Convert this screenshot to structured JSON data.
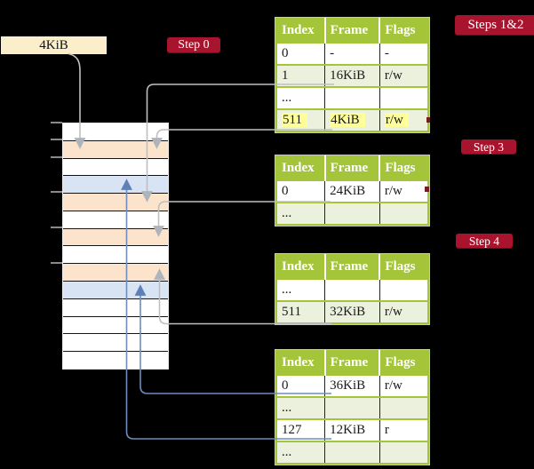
{
  "title_box": {
    "label": "4KiB"
  },
  "badges": {
    "step0": "Step 0",
    "steps12": "Steps 1&2",
    "step3": "Step 3",
    "step4": "Step 4"
  },
  "page_tables": [
    {
      "name": "page-table-steps-1-2",
      "headers": [
        "Index",
        "Frame",
        "Flags"
      ],
      "rows": [
        {
          "index": "0",
          "frame": "-",
          "flags": "-"
        },
        {
          "index": "1",
          "frame": "16KiB",
          "flags": "r/w"
        },
        {
          "index": "...",
          "frame": "",
          "flags": ""
        },
        {
          "index": "511",
          "frame": "4KiB",
          "flags": "r/w",
          "highlighted": true
        }
      ]
    },
    {
      "name": "page-table-step-3",
      "headers": [
        "Index",
        "Frame",
        "Flags"
      ],
      "rows": [
        {
          "index": "0",
          "frame": "24KiB",
          "flags": "r/w"
        },
        {
          "index": "...",
          "frame": "",
          "flags": ""
        }
      ]
    },
    {
      "name": "page-table-step-4-upper",
      "headers": [
        "Index",
        "Frame",
        "Flags"
      ],
      "rows": [
        {
          "index": "...",
          "frame": "",
          "flags": ""
        },
        {
          "index": "511",
          "frame": "32KiB",
          "flags": "r/w"
        }
      ]
    },
    {
      "name": "page-table-step-4-lower",
      "headers": [
        "Index",
        "Frame",
        "Flags"
      ],
      "rows": [
        {
          "index": "0",
          "frame": "36KiB",
          "flags": "r/w"
        },
        {
          "index": "...",
          "frame": "",
          "flags": ""
        },
        {
          "index": "127",
          "frame": "12KiB",
          "flags": "r"
        },
        {
          "index": "...",
          "frame": "",
          "flags": ""
        }
      ]
    }
  ],
  "memory": {
    "pages": [
      "white",
      "orange",
      "white",
      "blue",
      "orange",
      "white",
      "orange",
      "white",
      "orange",
      "blue",
      "white",
      "white",
      "white",
      "white"
    ]
  },
  "arrows": [
    {
      "from": "4KiB-size-box",
      "to": "memory-page-1-4KiB",
      "color": "gray"
    },
    {
      "from": "table1-row-511-frame-4KiB",
      "to": "memory-page-1-4KiB",
      "color": "gray"
    },
    {
      "from": "table1-row-1-frame-16KiB",
      "to": "memory-page-4-16KiB",
      "color": "gray"
    },
    {
      "from": "table2-row-0-frame-24KiB",
      "to": "memory-page-6-24KiB",
      "color": "gray"
    },
    {
      "from": "table3-row-511-frame-32KiB",
      "to": "memory-page-8-32KiB",
      "color": "gray"
    },
    {
      "from": "table4-row-0-frame-36KiB",
      "to": "memory-page-9-36KiB",
      "color": "blue"
    },
    {
      "from": "table4-row-127-frame-12KiB",
      "to": "memory-page-3-12KiB",
      "color": "blue"
    }
  ],
  "colors": {
    "background": "#000000",
    "badge_red": "#A8142D",
    "table_header_green": "#A4C43A",
    "table_row_green": "#EBF1DC",
    "page_orange": "#FCE4CC",
    "page_blue": "#D8E4F4",
    "size_box_cream": "#FAEECB",
    "highlight_yellow": "#FFFF99",
    "arrow_gray": "#BFBFBF",
    "arrow_blue": "#6E8CBE"
  }
}
